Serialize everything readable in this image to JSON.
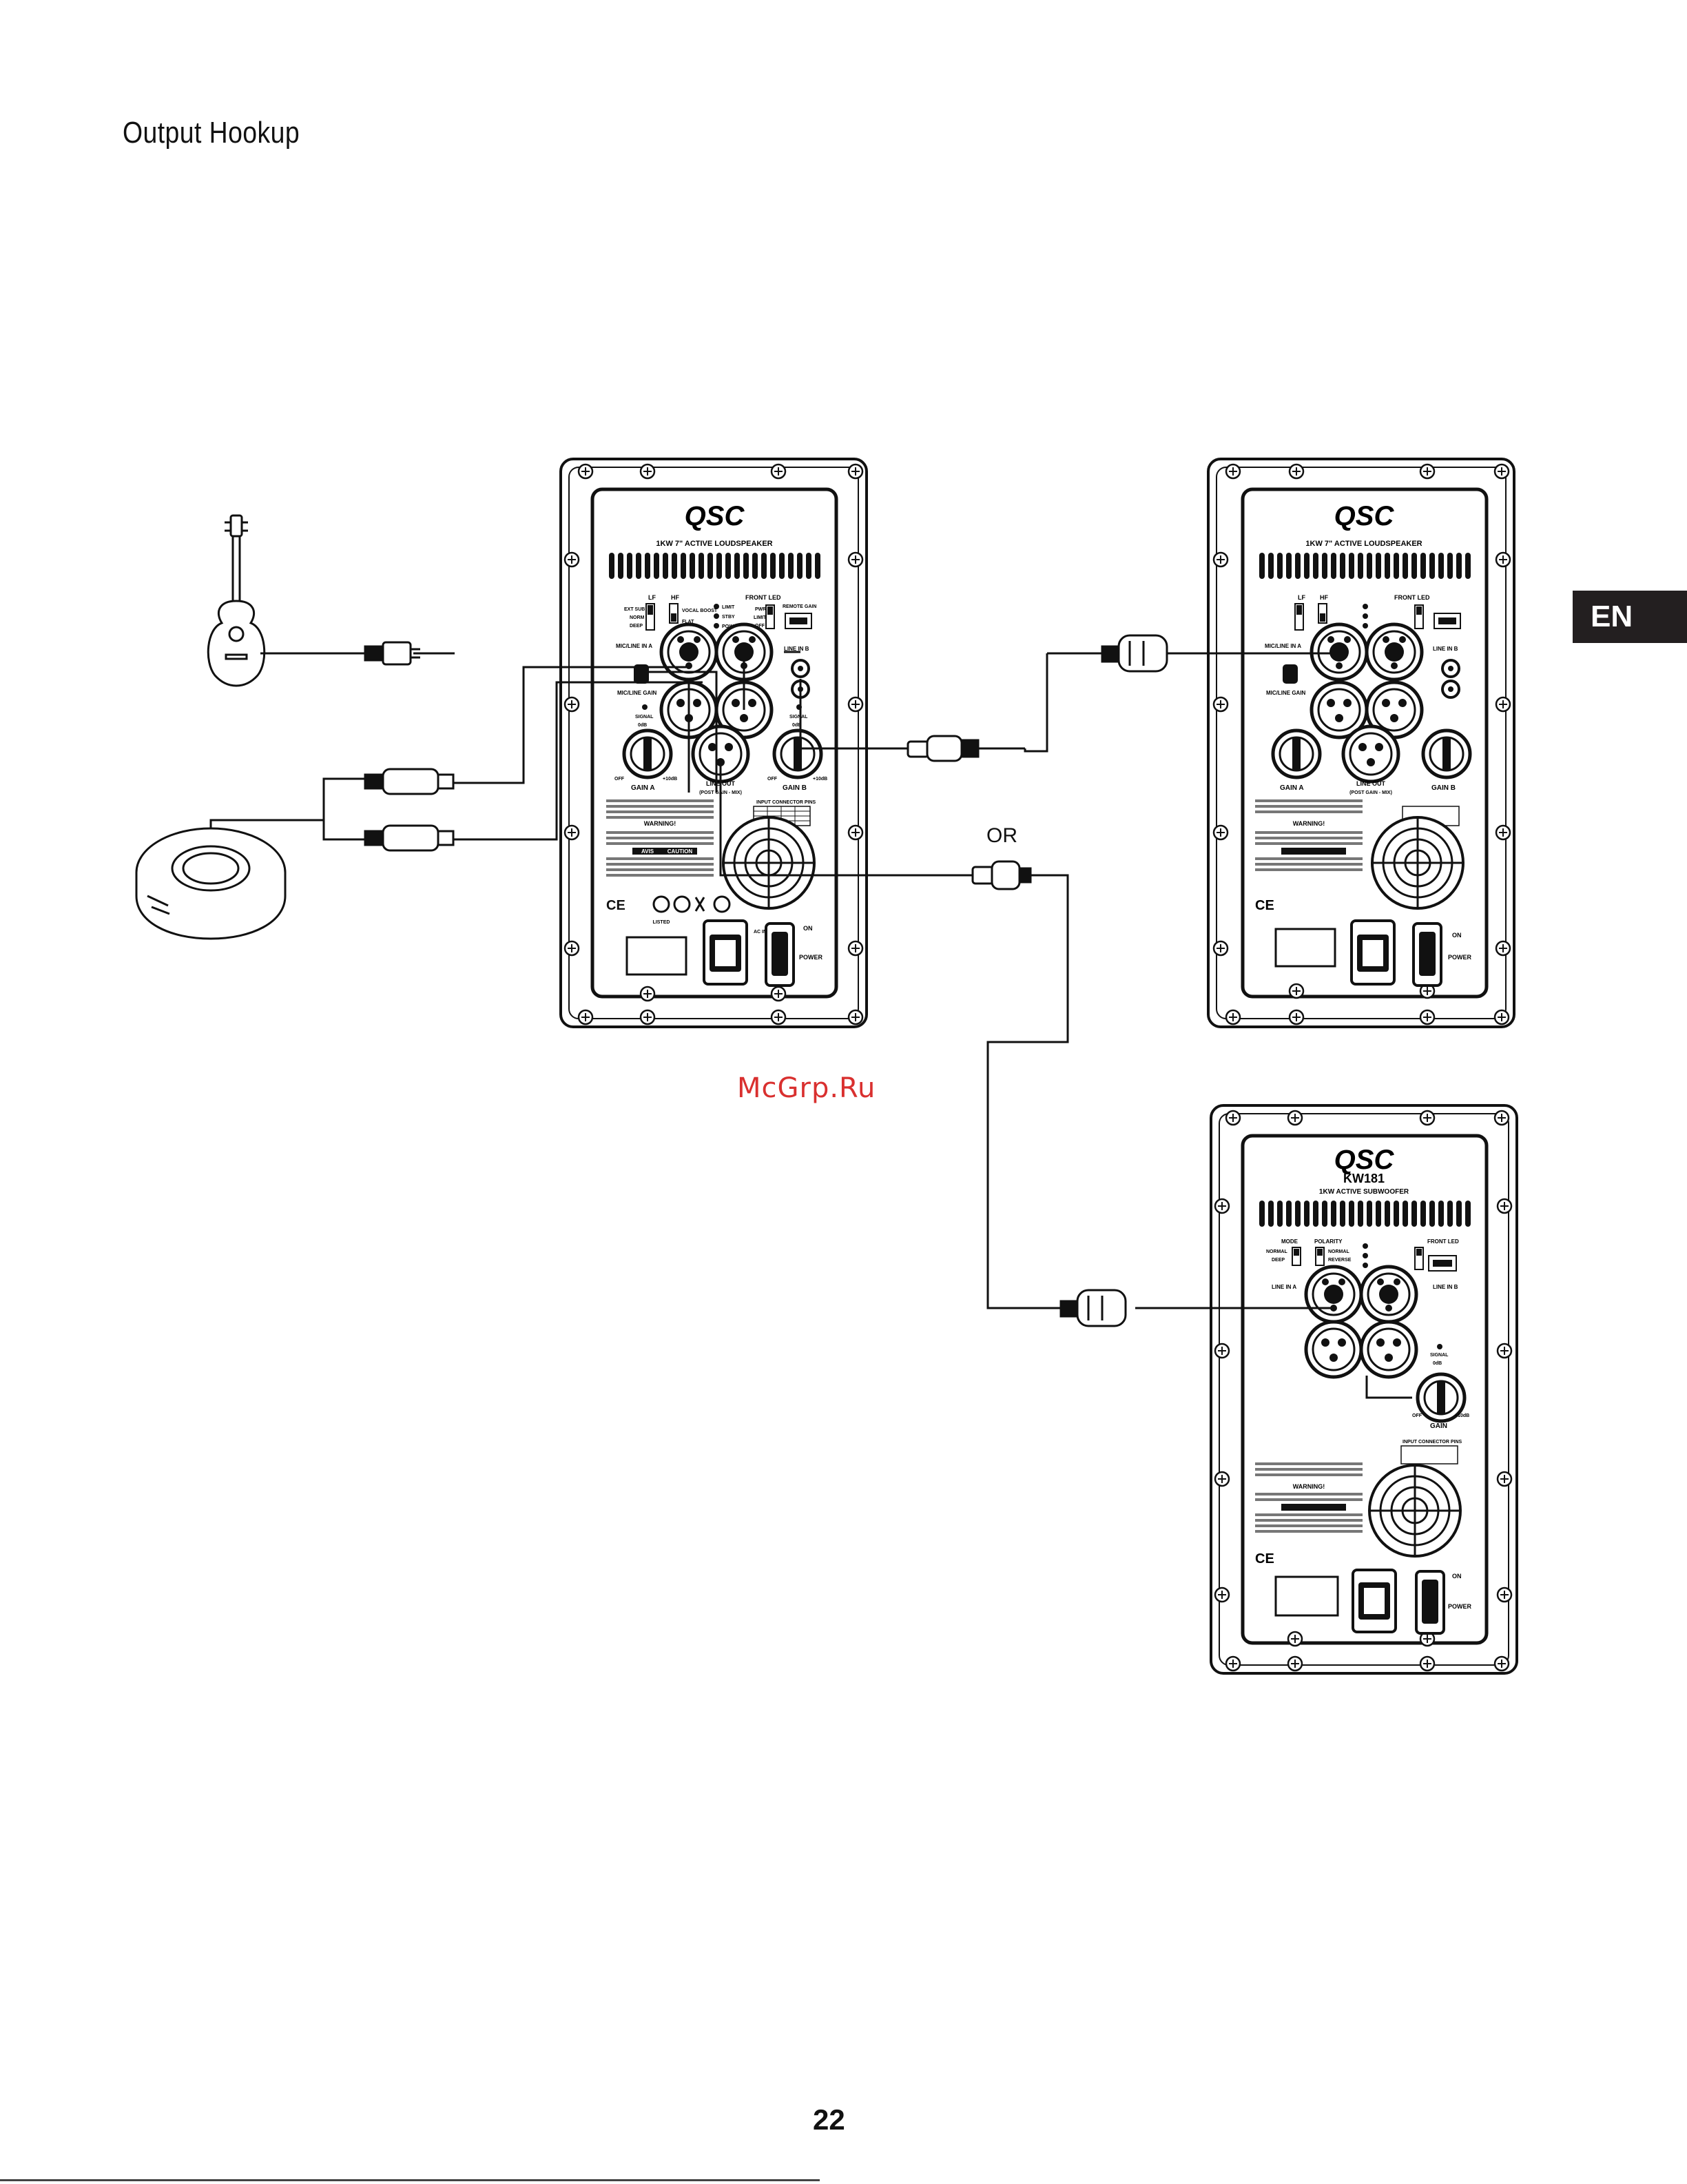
{
  "page": {
    "title": "Output Hookup",
    "language_tab": "EN",
    "or_label": "OR",
    "watermark": "McGrp.Ru",
    "page_number": "22"
  },
  "panels": {
    "left": {
      "brand": "QSC",
      "subtitle": "1KW 7\" ACTIVE LOUDSPEAKER",
      "lf_label": "LF",
      "hf_label": "HF",
      "front_led": "FRONT LED",
      "lf_options": [
        "EXT SUB",
        "NORM",
        "DEEP"
      ],
      "hf_options": [
        "VOCAL BOOST",
        "FLAT"
      ],
      "led_items": [
        "LIMIT",
        "STBY",
        "POWER"
      ],
      "led_switch": [
        "PWR",
        "LIMIT",
        "OFF"
      ],
      "remote_gain": "REMOTE GAIN",
      "mic_line_in_a": "MIC/LINE IN A",
      "line_in_b": "LINE IN B",
      "mic_line_gain": "MIC/LINE GAIN",
      "signal": "SIGNAL",
      "zero_db": "0dB",
      "gain_a": "GAIN A",
      "gain_b": "GAIN B",
      "off": "OFF",
      "plus_ten": "+10dB",
      "line_out": "LINE OUT",
      "line_out_sub": "(POST GAIN - MIX)",
      "input_pins": "INPUT CONNECTOR PINS",
      "warning": "WARNING!",
      "avis": "AVIS",
      "caution": "CAUTION",
      "listed": "LISTED",
      "ac_inlet": "AC INLET",
      "on": "ON",
      "power": "POWER"
    },
    "right_top": {
      "brand": "QSC",
      "subtitle": "1KW 7\" ACTIVE LOUDSPEAKER"
    },
    "subwoofer": {
      "brand": "QSC",
      "model": "KW181",
      "subtitle": "1KW ACTIVE SUBWOOFER",
      "mode": "MODE",
      "polarity": "POLARITY",
      "mode_options": [
        "NORMAL",
        "DEEP"
      ],
      "polarity_options": [
        "NORMAL",
        "REVERSE"
      ],
      "line_in_a": "LINE IN A",
      "line_in_b": "LINE IN B",
      "gain": "GAIN"
    }
  },
  "colors": {
    "ink": "#1a1a1a",
    "panel": "#ffffff",
    "tab": "#231f20",
    "watermark": "#d9302f"
  },
  "icons": [
    "acoustic-guitar-icon",
    "cd-player-icon",
    "quarter-inch-plug-icon",
    "rca-plug-icon",
    "xlr-male-plug-icon",
    "xlr-female-plug-icon"
  ]
}
